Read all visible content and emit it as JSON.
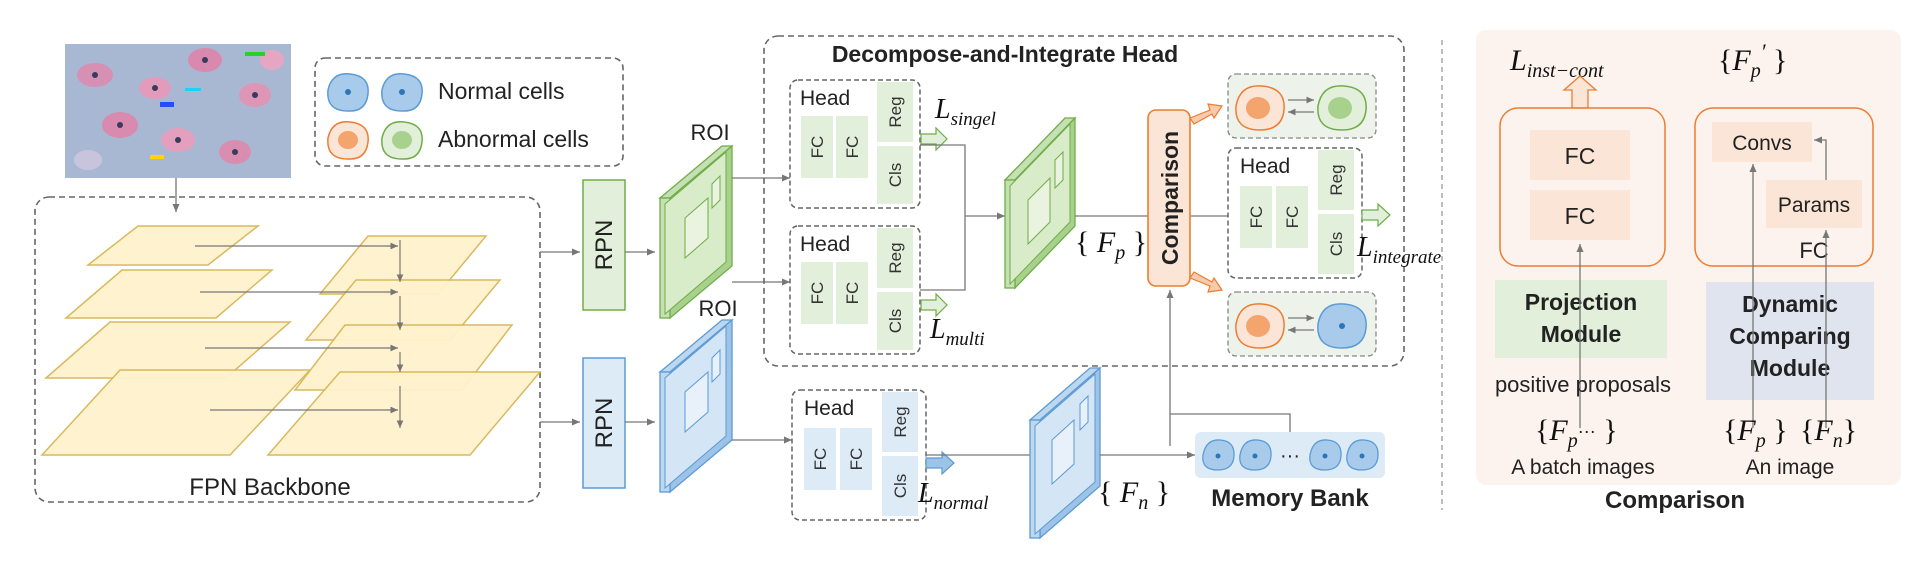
{
  "legend": {
    "normal": "Normal cells",
    "abnormal": "Abnormal cells"
  },
  "backbone": {
    "label": "FPN Backbone"
  },
  "rpn": {
    "top": "RPN",
    "bottom": "RPN"
  },
  "roi": {
    "top": "ROI",
    "bottom": "ROI"
  },
  "dih": {
    "title": "Decompose-and-Integrate Head"
  },
  "head": {
    "label": "Head",
    "fc": "FC",
    "reg": "Reg",
    "cls": "Cls"
  },
  "losses": {
    "singel_base": "L",
    "singel_sub": "singel",
    "multi_base": "L",
    "multi_sub": "multi",
    "integrate_base": "L",
    "integrate_sub": "integrate",
    "normal_base": "L",
    "normal_sub": "normal",
    "instcont_base": "L",
    "instcont_sub": "inst−cont"
  },
  "features": {
    "fp_base": "F",
    "fp_sub": "p",
    "fn_base": "F",
    "fn_sub": "n",
    "fpprime_base": "F",
    "fpprime_sub": "p",
    "fpprime_prime": "′",
    "ellipsis": "···"
  },
  "comparison_box": "Comparison",
  "memory": {
    "label": "Memory Bank",
    "ellipsis": "···"
  },
  "right": {
    "projection": {
      "fc1": "FC",
      "fc2": "FC",
      "line1": "Projection",
      "line2": "Module"
    },
    "dynamic": {
      "convs": "Convs",
      "params": "Params",
      "fc": "FC",
      "line1": "Dynamic",
      "line2": "Comparing",
      "line3": "Module"
    },
    "positive": "positive proposals",
    "batch": "A batch images",
    "image": "An image",
    "title": "Comparison"
  },
  "colors": {
    "normal_fill": "#a9cbeb",
    "normal_stroke": "#5b9bd5",
    "abnormal_fill": "#f4b183",
    "abnormal_stroke": "#ed7d31",
    "green_fill": "#e2efda",
    "green_stroke": "#70ad47",
    "blue_fill": "#ddebf7",
    "yellow_fill": "#fff2cc",
    "yellow_stroke": "#d6b656",
    "peach": "#fce4d6",
    "bg_right": "#fdf3ee"
  }
}
